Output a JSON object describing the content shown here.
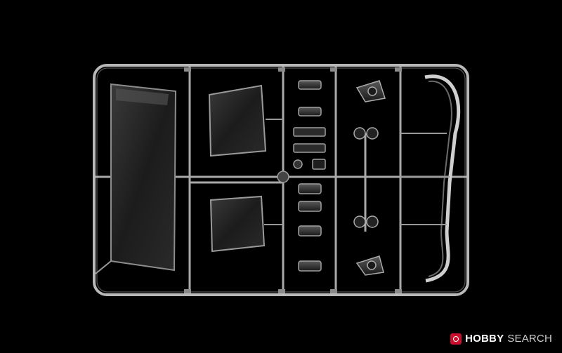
{
  "scene": {
    "subject": "clear-plastic-model-kit-sprue",
    "background_color": "#000000",
    "plastic_color": "#bdbdbd",
    "glass_tint": "#2e2e2e"
  },
  "watermark": {
    "brand_a": "HOBBY",
    "brand_b": "SEARCH",
    "logo_color": "#c8102e"
  }
}
